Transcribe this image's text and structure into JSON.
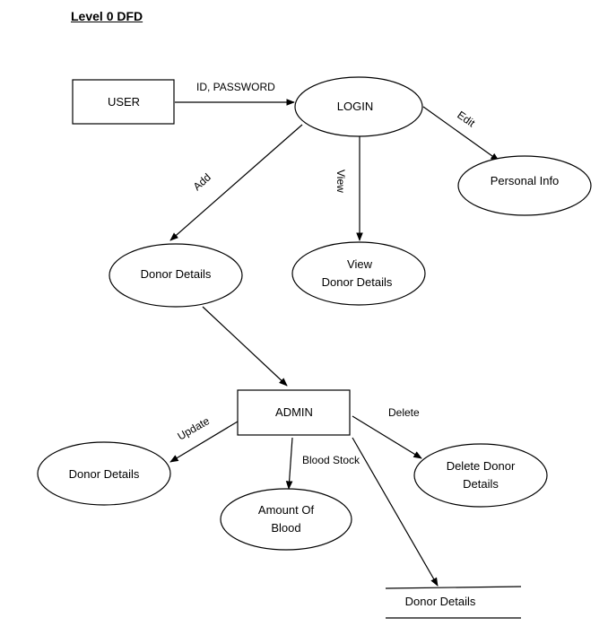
{
  "title": "Level 0 DFD",
  "nodes": {
    "user": "USER",
    "login": "LOGIN",
    "personal_info": "Personal Info",
    "donor_details_add": "Donor Details",
    "view_donor_line1": "View",
    "view_donor_line2": "Donor Details",
    "admin": "ADMIN",
    "donor_details_update": "Donor Details",
    "amount_blood_line1": "Amount Of",
    "amount_blood_line2": "Blood",
    "delete_donor_line1": "Delete Donor",
    "delete_donor_line2": "Details",
    "datastore_donor": "Donor Details"
  },
  "flows": {
    "id_password": "ID, PASSWORD",
    "edit": "Edit",
    "add": "Add",
    "view": "View",
    "update": "Update",
    "delete": "Delete",
    "blood_stock": "Blood Stock"
  }
}
